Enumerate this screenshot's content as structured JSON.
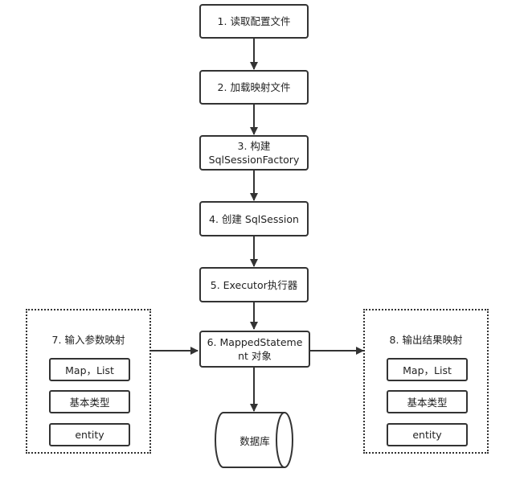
{
  "steps": {
    "s1": "1. 读取配置文件",
    "s2": "2. 加载映射文件",
    "s3a": "3. 构建",
    "s3b": "SqlSessionFactory",
    "s4": "4. 创建 SqlSession",
    "s5": "5. Executor执行器",
    "s6a": "6. MappedStateme",
    "s6b": "nt 对象"
  },
  "input_group": {
    "title": "7. 输入参数映射",
    "items": [
      "Map，List",
      "基本类型",
      "entity"
    ]
  },
  "output_group": {
    "title": "8. 输出结果映射",
    "items": [
      "Map，List",
      "基本类型",
      "entity"
    ]
  },
  "database": {
    "label": "数据库"
  },
  "colors": {
    "stroke": "#333333",
    "text": "#222222",
    "background": "#ffffff"
  }
}
